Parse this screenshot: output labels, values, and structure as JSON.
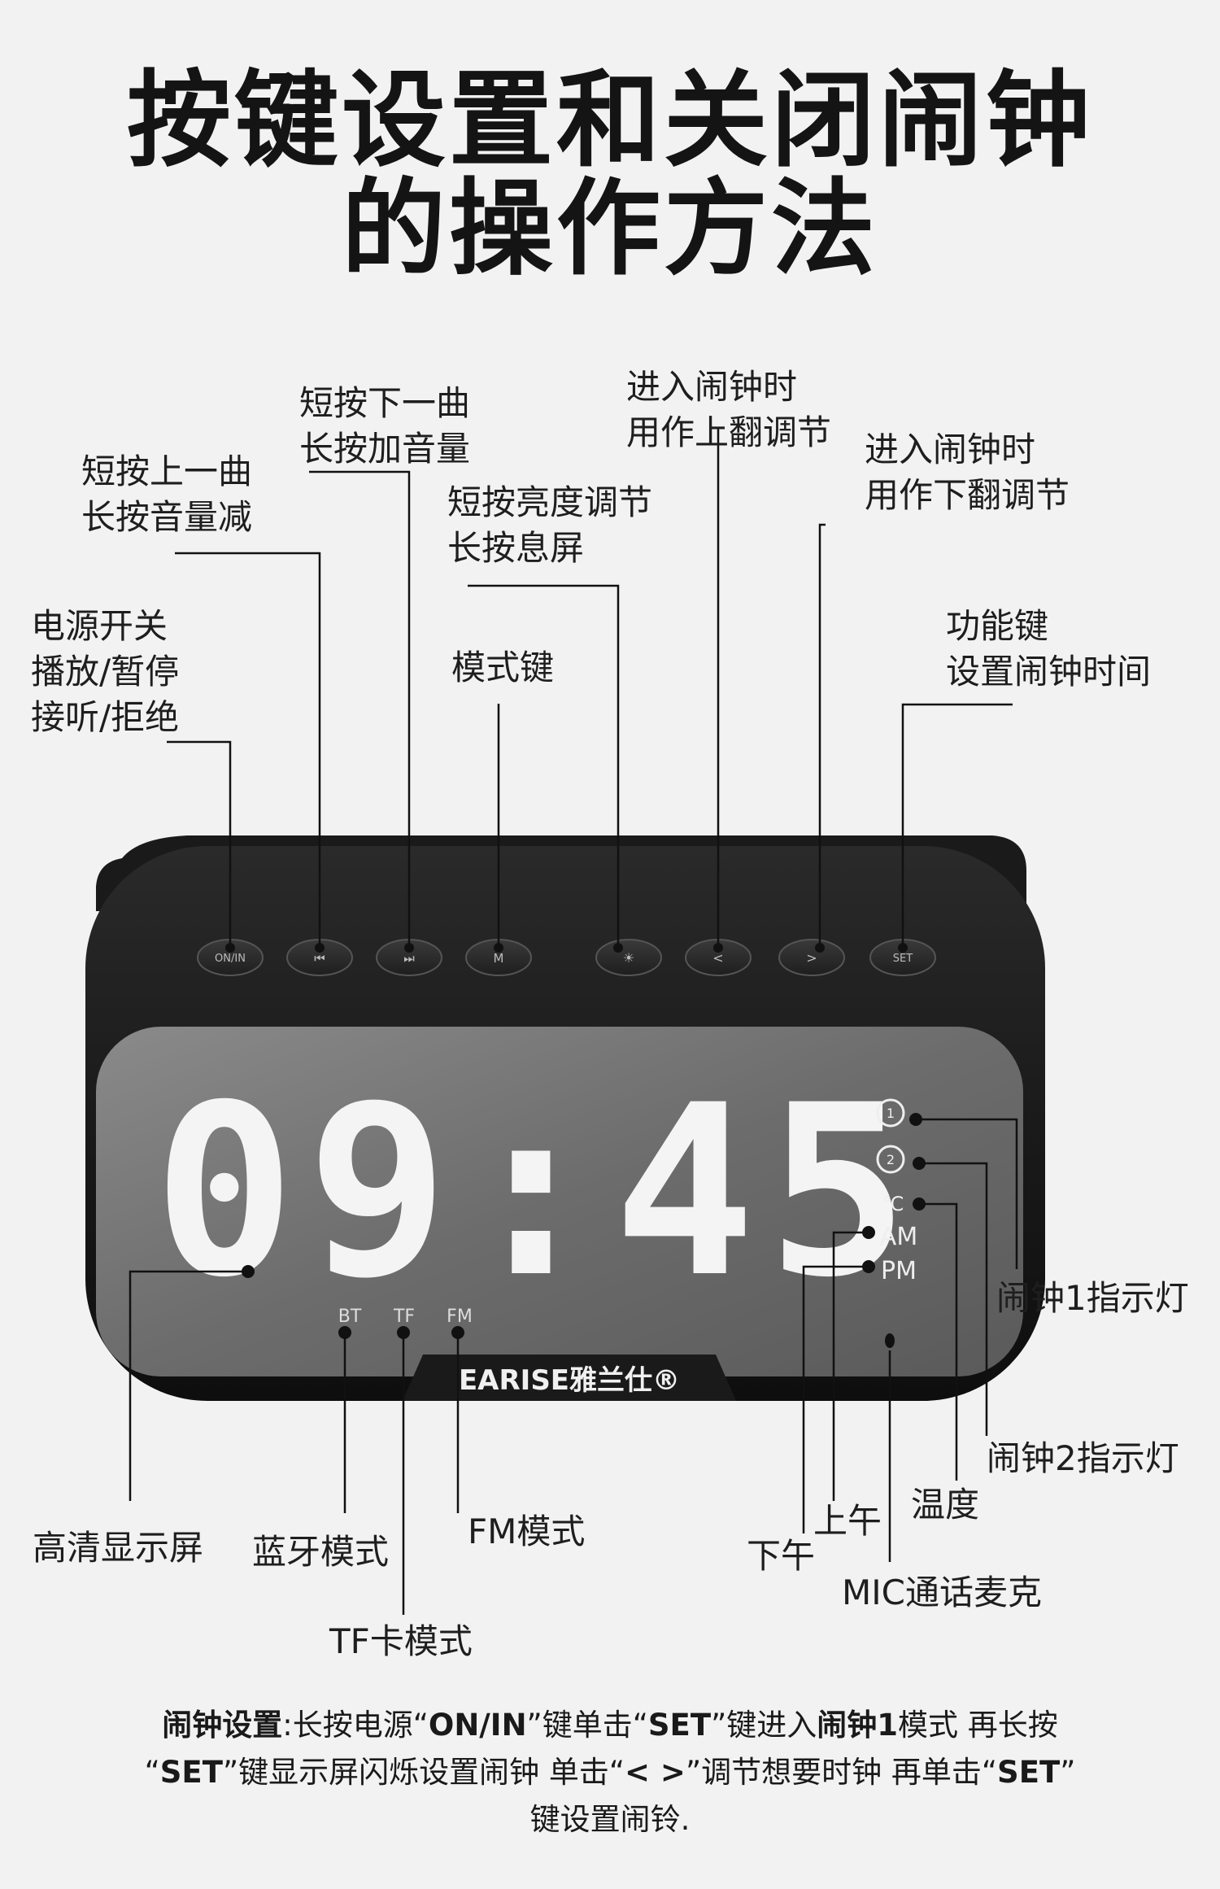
{
  "title": {
    "line1": "按键设置和关闭闹钟",
    "line2": "的操作方法"
  },
  "labels": {
    "prev": [
      "短按上一曲",
      "长按音量减"
    ],
    "next": [
      "短按下一曲",
      "长按加音量"
    ],
    "up": [
      "进入闹钟时",
      "用作上翻调节"
    ],
    "down": [
      "进入闹钟时",
      "用作下翻调节"
    ],
    "brightness": [
      "短按亮度调节",
      "长按息屏"
    ],
    "power": [
      "电源开关",
      "播放/暂停",
      "接听/拒绝"
    ],
    "mode": "模式键",
    "set": [
      "功能键",
      "设置闹钟时间"
    ],
    "alarm1_light": "闹钟1指示灯",
    "alarm2_light": "闹钟2指示灯",
    "temperature": "温度",
    "am": "上午",
    "pm": "下午",
    "mic": "MIC通话麦克",
    "display": "高清显示屏",
    "bt_mode": "蓝牙模式",
    "fm_mode": "FM模式",
    "tf_mode": "TF卡模式"
  },
  "device": {
    "buttons": [
      "ON/IN",
      "⏮",
      "⏭",
      "M",
      "☀",
      "<",
      ">",
      "SET"
    ],
    "time": "09:45",
    "indicators": {
      "temp_unit": "℃",
      "am": "AM",
      "pm": "PM",
      "bt": "BT",
      "tf": "TF",
      "fm": "FM"
    },
    "brand": "EARISE雅兰仕®"
  },
  "footer": {
    "line1_bold1": "闹钟设置",
    "line1_text1": ":长按电源“",
    "line1_bold2": "ON/IN",
    "line1_text2": "”键单击“",
    "line1_bold3": "SET",
    "line1_text3": "”键进入",
    "line1_bold4": "闹钟1",
    "line1_text4": "模式 再长按",
    "line2_text1": "“",
    "line2_bold1": "SET",
    "line2_text2": "”键显示屏闪烁设置闹钟 单击“",
    "line2_bold2": "< >",
    "line2_text3": "”调节想要时钟 再单击“",
    "line2_bold3": "SET",
    "line2_text4": "”",
    "line3": "键设置闹铃."
  },
  "colors": {
    "background": "#f2f2f2",
    "device_body": "#1c1c1c",
    "screen": "#6e6e6e",
    "led": "#f4f4f4"
  }
}
